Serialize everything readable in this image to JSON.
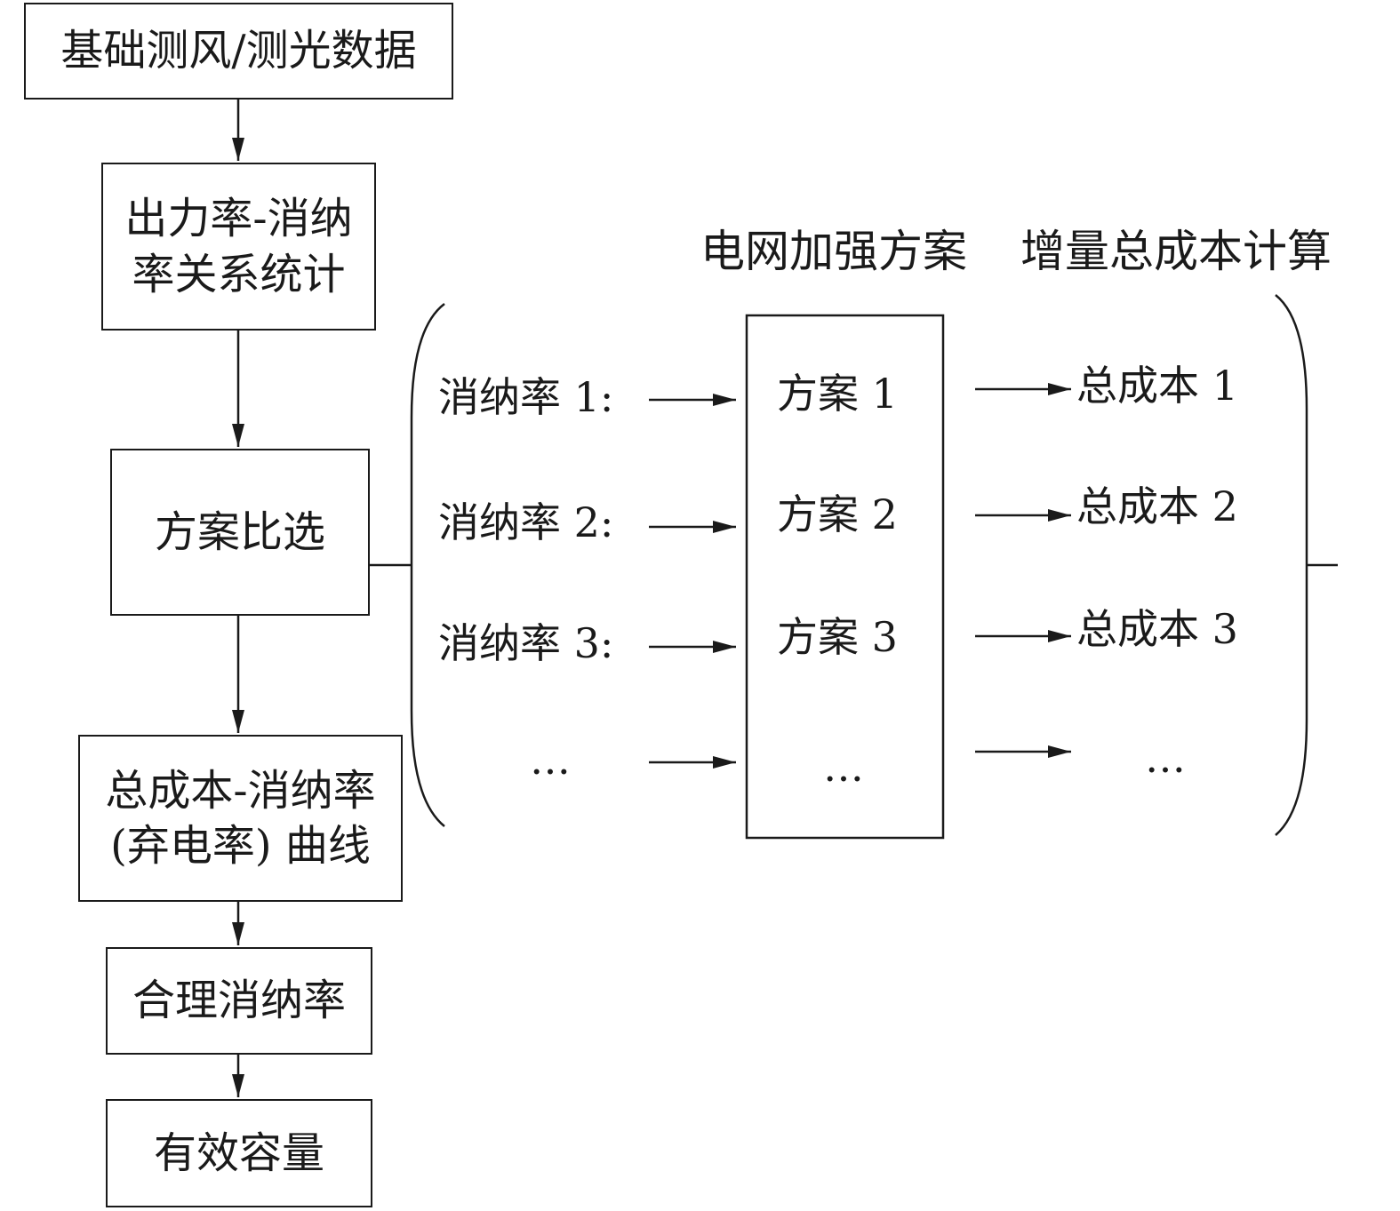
{
  "flow": {
    "step1": "基础测风/测光数据",
    "step2": "出力率-消纳\n率关系统计",
    "step3": "方案比选",
    "step4": "总成本-消纳率\n(弃电率) 曲线",
    "step5": "合理消纳率",
    "step6": "有效容量"
  },
  "detail": {
    "header_plan": "电网加强方案",
    "header_cost": "增量总成本计算",
    "rates": [
      "消纳率 1:",
      "消纳率 2:",
      "消纳率 3:",
      "…"
    ],
    "plans": [
      "方案 1",
      "方案 2",
      "方案 3",
      "…"
    ],
    "costs": [
      "总成本 1",
      "总成本 2",
      "总成本 3",
      "…"
    ]
  }
}
